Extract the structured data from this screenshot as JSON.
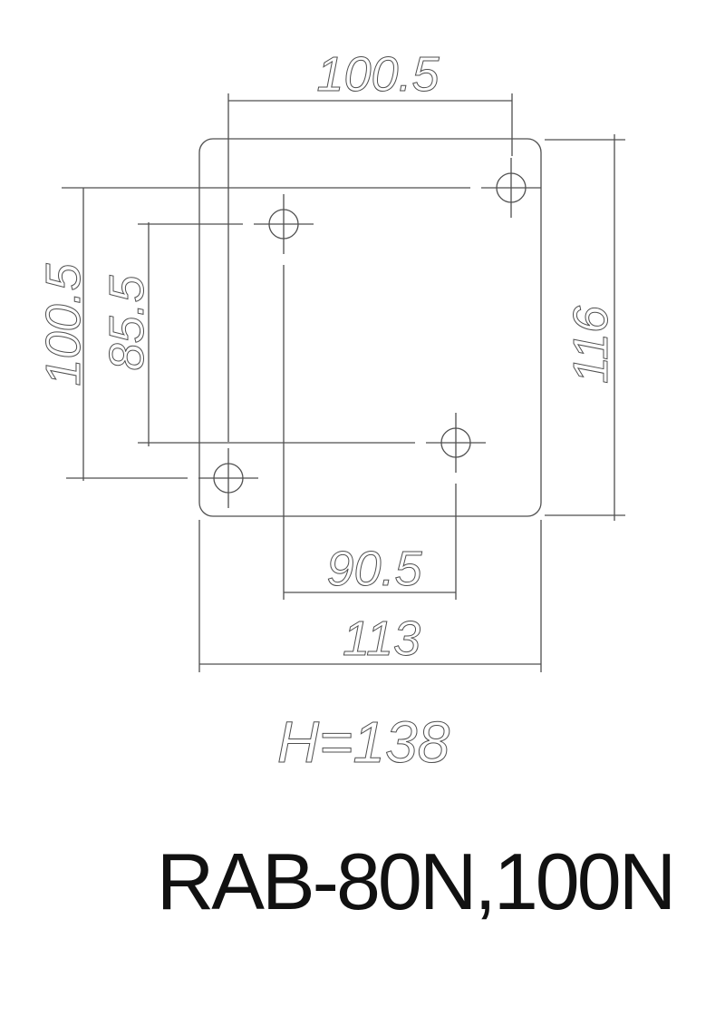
{
  "drawing": {
    "title": "RAB-80N,100N",
    "labels": {
      "top_width": "100.5",
      "left_height": "100.5",
      "inner_height": "85.5",
      "right_height": "116",
      "inner_width": "90.5",
      "bottom_width": "113",
      "overall_height": "H=138"
    },
    "hole_count": 4,
    "colors": {
      "line": "#4f4f4f",
      "title_text": "#111111",
      "background": "#ffffff"
    }
  }
}
